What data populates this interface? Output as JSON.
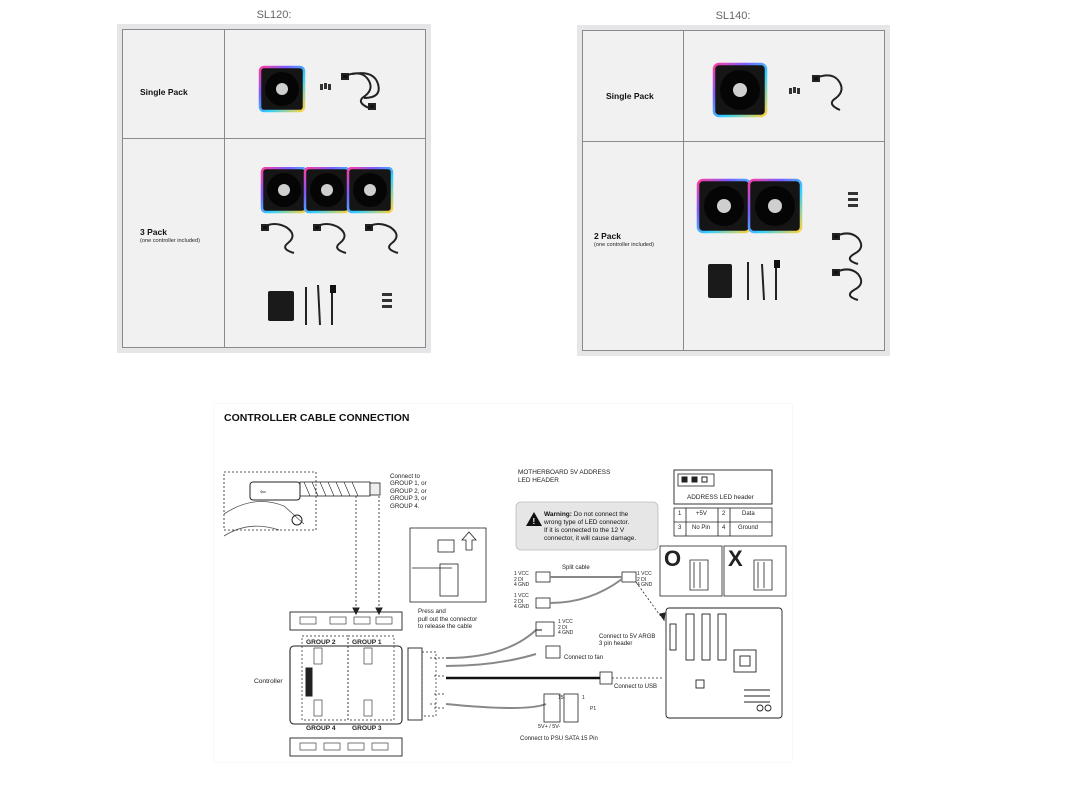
{
  "sl120": {
    "title": "SL120:",
    "rows": [
      {
        "label": "Single Pack",
        "sub": ""
      },
      {
        "label": "3 Pack",
        "sub": "(one controller included)"
      }
    ]
  },
  "sl140": {
    "title": "SL140:",
    "rows": [
      {
        "label": "Single Pack",
        "sub": ""
      },
      {
        "label": "2 Pack",
        "sub": "(one controller included)"
      }
    ]
  },
  "diagram": {
    "title": "CONTROLLER CABLE CONNECTION",
    "connect_to_group": [
      "Connect to",
      "GROUP 1, or",
      "GROUP 2, or",
      "GROUP 3, or",
      "GROUP 4."
    ],
    "press_note": [
      "Press and",
      "pull out the connector",
      "to release the cable"
    ],
    "controller_label": "Controller",
    "groups": {
      "g1": "GROUP 1",
      "g2": "GROUP 2",
      "g3": "GROUP 3",
      "g4": "GROUP 4"
    },
    "mb_header": [
      "MOTHERBOARD 5V ADDRESS",
      "LED HEADER"
    ],
    "address_header": "ADDRESS LED header",
    "pin_table": [
      [
        "1",
        "+5V",
        "2",
        "Data"
      ],
      [
        "3",
        "No Pin",
        "4",
        "Ground"
      ]
    ],
    "warning_title": "Warning:",
    "warning_text": [
      "Do not connect the",
      "wrong type of LED connector.",
      "If it is connected to the 12 V",
      "connector, it will cause damage."
    ],
    "split_cable": "Split cable",
    "pins_left": [
      "1  VCC",
      "2  DI",
      "4  GND"
    ],
    "pins_right": [
      "1  VCC",
      "2  DI",
      "4  GND"
    ],
    "connect_argb": [
      "Connect to 5V ARGB",
      "3 pin header"
    ],
    "connect_fan": "Connect to fan",
    "connect_usb": "Connect to USB",
    "connect_psu": "Connect  to PSU SATA 15 Pin",
    "psu_pins": "5V+ / 5V-",
    "pin15": "15",
    "pin1": "1",
    "p1": "P1",
    "ok_mark": "O",
    "bad_mark": "X"
  }
}
